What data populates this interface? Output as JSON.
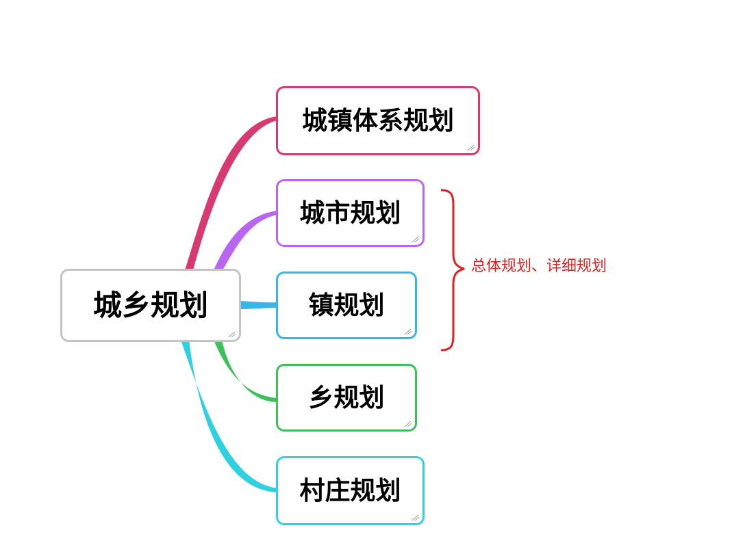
{
  "mindmap": {
    "root": {
      "label": "城乡规划",
      "border_color": "#c4c4c4"
    },
    "children": [
      {
        "label": "城镇体系规划",
        "color": "#d63a6e"
      },
      {
        "label": "城市规划",
        "color": "#b866f0"
      },
      {
        "label": "镇规划",
        "color": "#37b6ea"
      },
      {
        "label": "乡规划",
        "color": "#3cc05a"
      },
      {
        "label": "村庄规划",
        "color": "#2fd0e0"
      }
    ],
    "annotation": {
      "text": "总体规划、详细规划",
      "color": "#e02020",
      "spans_children": [
        "城市规划",
        "镇规划"
      ]
    }
  }
}
